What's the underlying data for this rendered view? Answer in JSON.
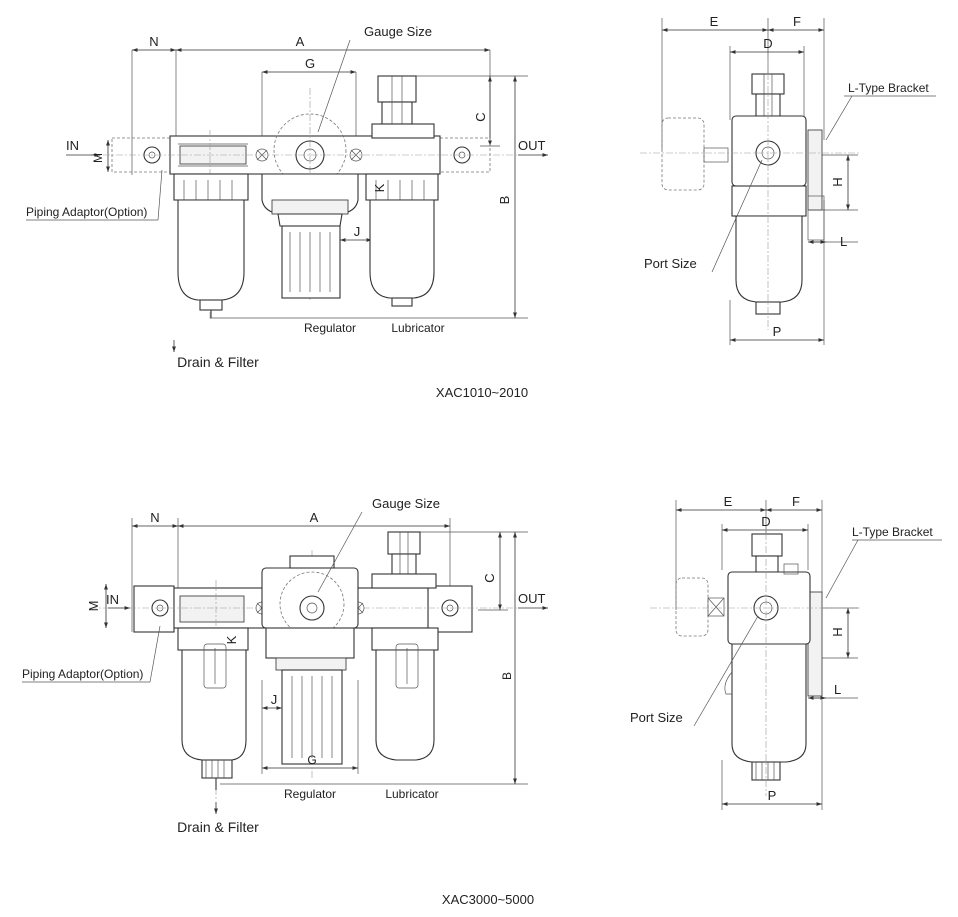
{
  "top_front": {
    "dims": {
      "n": "N",
      "a": "A",
      "g": "G",
      "c": "C",
      "b": "B",
      "m": "M",
      "k": "K",
      "j": "J"
    },
    "labels": {
      "gauge_size": "Gauge Size",
      "in": "IN",
      "out": "OUT",
      "piping_adaptor": "Piping Adaptor(Option)",
      "regulator": "Regulator",
      "lubricator": "Lubricator",
      "drain_filter": "Drain & Filter"
    },
    "model": "XAC1010~2010"
  },
  "top_side": {
    "dims": {
      "e": "E",
      "f": "F",
      "d": "D",
      "h": "H",
      "l": "L",
      "p": "P"
    },
    "labels": {
      "bracket": "L-Type Bracket",
      "port_size": "Port Size"
    }
  },
  "bottom_front": {
    "dims": {
      "n": "N",
      "a": "A",
      "g": "G",
      "c": "C",
      "b": "B",
      "m": "M",
      "k": "K",
      "j": "J"
    },
    "labels": {
      "gauge_size": "Gauge Size",
      "in": "IN",
      "out": "OUT",
      "piping_adaptor": "Piping Adaptor(Option)",
      "regulator": "Regulator",
      "lubricator": "Lubricator",
      "drain_filter": "Drain & Filter"
    },
    "model": "XAC3000~5000"
  },
  "bottom_side": {
    "dims": {
      "e": "E",
      "f": "F",
      "d": "D",
      "h": "H",
      "l": "L",
      "p": "P"
    },
    "labels": {
      "bracket": "L-Type Bracket",
      "port_size": "Port Size"
    }
  }
}
